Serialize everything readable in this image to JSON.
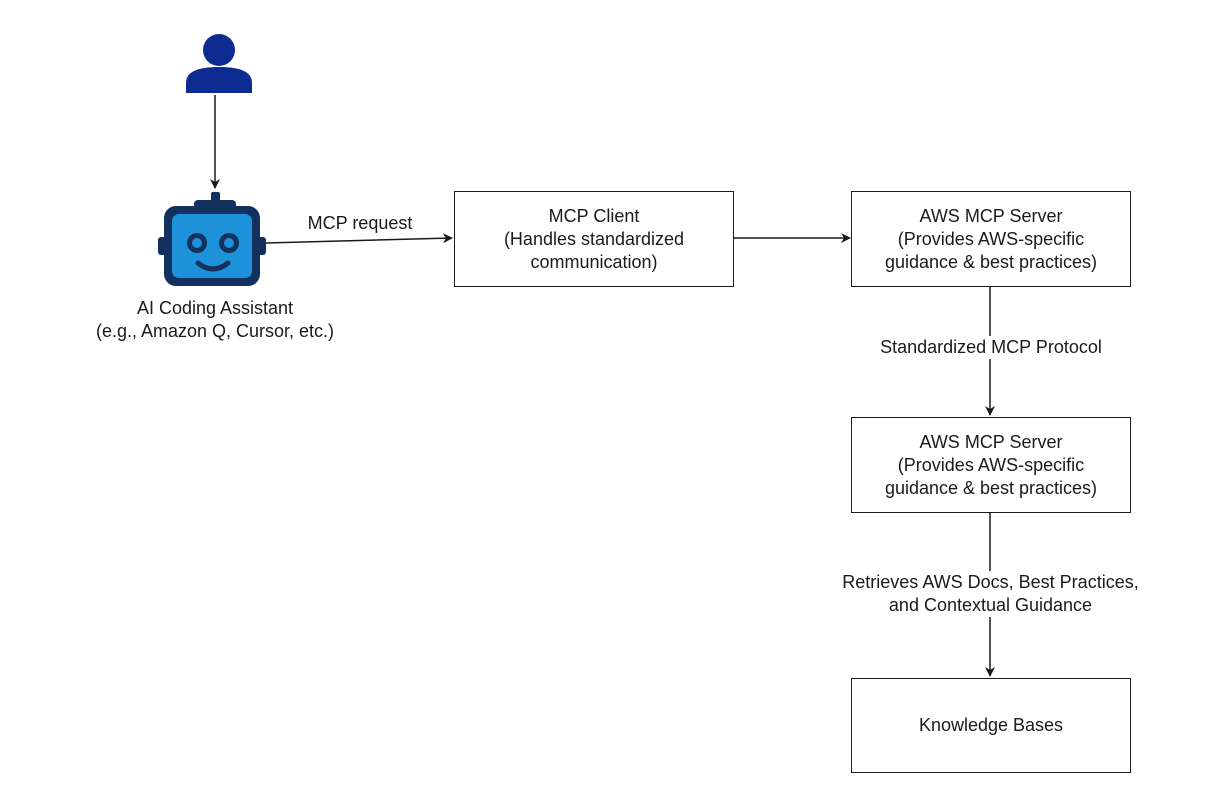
{
  "colors": {
    "user_icon": "#0d2b91",
    "robot_outline": "#13315f",
    "robot_face": "#1d92d8",
    "stroke": "#1a1a1a"
  },
  "icons": {
    "user": "user-icon",
    "assistant": "robot-icon"
  },
  "assistant": {
    "caption": "AI Coding Assistant\n(e.g., Amazon Q, Cursor, etc.)"
  },
  "nodes": {
    "mcp_client": "MCP Client\n(Handles standardized\ncommunication)",
    "aws_mcp_server_1": "AWS MCP Server\n(Provides AWS-specific\nguidance & best practices)",
    "aws_mcp_server_2": "AWS MCP Server\n(Provides AWS-specific\nguidance & best practices)",
    "knowledge_bases": "Knowledge Bases"
  },
  "edges": {
    "mcp_request": "MCP request",
    "standardized_protocol": "Standardized MCP Protocol",
    "retrieves": "Retrieves AWS Docs, Best Practices,\nand Contextual Guidance"
  }
}
